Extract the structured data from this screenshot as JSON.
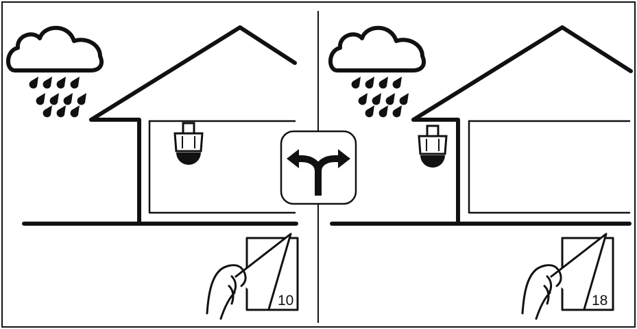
{
  "figure": {
    "panels": [
      {
        "name": "left-panel",
        "page_number": "10"
      },
      {
        "name": "right-panel",
        "page_number": "18"
      }
    ],
    "center_symbol": "fork-arrows-icon",
    "icons": [
      "rain-cloud-icon",
      "house-icon",
      "dome-camera-icon",
      "hand-manual-icon"
    ],
    "colors": {
      "line": "#111111",
      "background": "#ffffff"
    }
  }
}
